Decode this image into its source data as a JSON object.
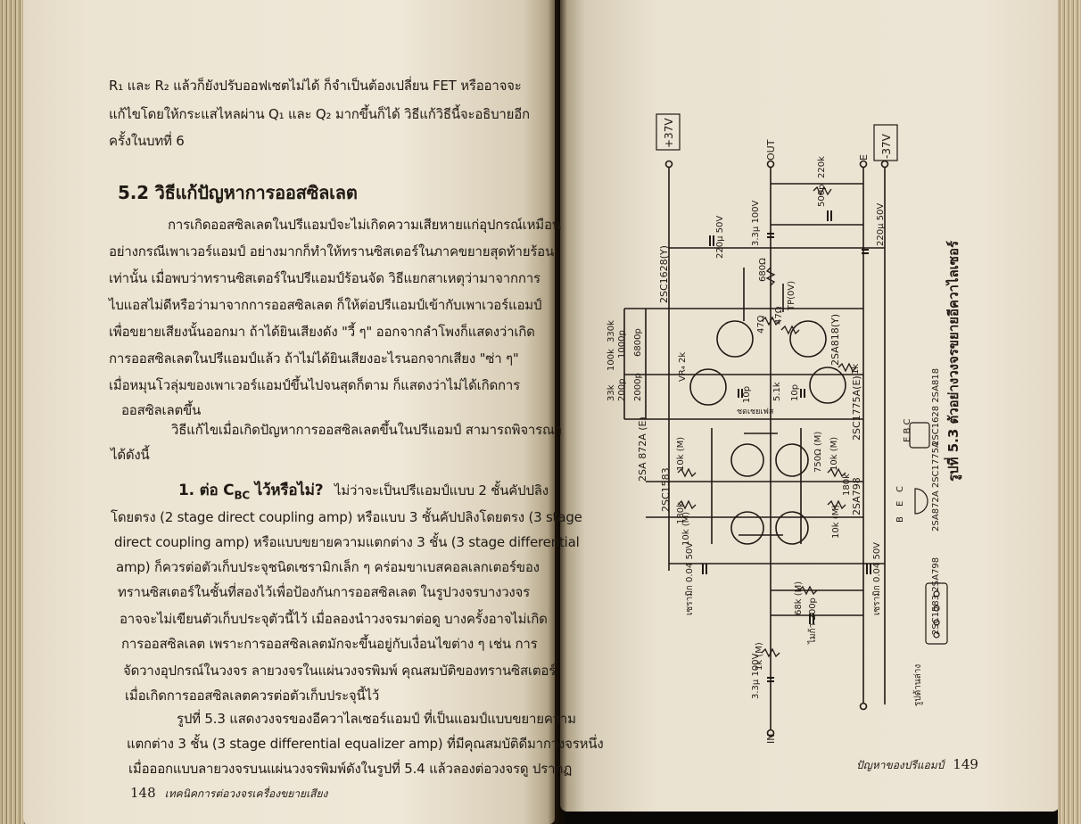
{
  "left_page": {
    "lines": [
      "R₁ และ R₂ แล้วก็ยังปรับออฟเซตไม่ได้   ก็จำเป็นต้องเปลี่ยน FET หรืออาจจะ",
      "แก้ไขโดยให้กระแสไหลผ่าน Q₁ และ Q₂ มากขึ้นก็ได้   วิธีแก้วิธีนี้จะอธิบายอีก",
      "ครั้งในบทที่ 6"
    ],
    "section_heading": "5.2  วิธีแก้ปัญหาการออสซิลเลต",
    "paragraph_1": [
      "การเกิดออสซิลเลตในปรีแอมป์จะไม่เกิดความเสียหายแก่อุปกรณ์เหมือน",
      "อย่างกรณีเพาเวอร์แอมป์  อย่างมากก็ทำให้ทรานซิสเตอร์ในภาคขยายสุดท้ายร้อน",
      "เท่านั้น  เมื่อพบว่าทรานซิสเตอร์ในปรีแอมป์ร้อนจัด  วิธีแยกสาเหตุว่ามาจากการ",
      "ไบแอสไม่ดีหรือว่ามาจากการออสซิลเลต   ก็ให้ต่อปรีแอมป์เข้ากับเพาเวอร์แอมป์",
      "เพื่อขยายเสียงนั้นออกมา  ถ้าได้ยินเสียงดัง \"วี้ ๆ\"  ออกจากลำโพงก็แสดงว่าเกิด",
      "การออสซิลเลตในปรีแอมป์แล้ว  ถ้าไม่ได้ยินเสียงอะไรนอกจากเสียง  \"ซ่า ๆ\"",
      "เมื่อหมุนโวลุ่มของเพาเวอร์แอมป์ขึ้นไปจนสุดก็ตาม     ก็แสดงว่าไม่ได้เกิดการ",
      "ออสซิลเลตขึ้น"
    ],
    "paragraph_2": [
      "วิธีแก้ไขเมื่อเกิดปัญหาการออสซิลเลตขึ้นในปรีแอมป์  สามารถพิจารณา",
      "ได้ดังนี้"
    ],
    "subheading": "1. ต่อ C",
    "subheading_sub": "BC",
    "subheading_rest": " ไว้หรือไม่?",
    "paragraph_3_first": "ไม่ว่าจะเป็นปรีแอมป์แบบ 2 ชั้นคัปปลิง",
    "paragraph_3": [
      "โดยตรง (2 stage direct coupling amp) หรือแบบ 3 ชั้นคัปปลิงโดยตรง (3 stage",
      "direct coupling amp) หรือแบบขยายความแตกต่าง 3 ชั้น (3 stage differential",
      "amp)  ก็ควรต่อตัวเก็บประจุชนิดเซรามิกเล็ก ๆ คร่อมขาเบสคอลเลกเตอร์ของ",
      "ทรานซิสเตอร์ในชั้นที่สองไว้เพื่อป้องกันการออสซิลเลต  ในรูปวงจรบางวงจร",
      "อาจจะไม่เขียนตัวเก็บประจุตัวนี้ไว้  เมื่อลองนำวงจรมาต่อดู  บางครั้งอาจไม่เกิด",
      "การออสซิลเลต  เพราะการออสซิลเลตมักจะขึ้นอยู่กับเงื่อนไขต่าง ๆ เช่น  การ",
      "จัดวางอุปกรณ์ในวงจร  ลายวงจรในแผ่นวงจรพิมพ์  คุณสมบัติของทรานซิสเตอร์",
      "เมื่อเกิดการออสซิลเลตควรต่อตัวเก็บประจุนี้ไว้"
    ],
    "paragraph_4": [
      "รูปที่ 5.3 แสดงวงจรของอีควาไลเซอร์แอมป์ ที่เป็นแอมป์แบบขยายความ",
      "แตกต่าง 3 ชั้น (3 stage differential equalizer amp) ที่มีคุณสมบัติดีมากวงจรหนึ่ง",
      "เมื่อออกแบบลายวงจรบนแผ่นวงจรพิมพ์ดังในรูปที่ 5.4  แล้วลองต่อวงจรดู  ปรากฏ"
    ],
    "page_number": "148",
    "running_title": "เทคนิคการต่อวงจรเครื่องขยายเสียง"
  },
  "right_page": {
    "figure_caption": "รูปที่ 5.3  ตัวอย่างวงจรขยายอีควาไลเซอร์",
    "labels": {
      "plus37": "+37V",
      "minus37": "-37V",
      "out": "OUT",
      "e": "E",
      "in": "IN",
      "r220k": "220k",
      "c500p": "500p",
      "c220u_50v": "220μ 50V",
      "c33u_100v": "3.3μ 100V",
      "c220u_50v_b": "220μ 50V",
      "r680": "680Ω",
      "tp": "TP(0V)",
      "r47a": "47Ω",
      "r47b": "47Ω",
      "q_2sc1628": "2SC1628(Y)",
      "q_2sa818": "2SA818(Y)",
      "q_2sc1775": "2SC1775A(E)",
      "q_2sa872": "2SA 872A (E)",
      "q_2sc1583": "2SC1583",
      "q_2sa798": "2SA798",
      "r1k_side": "1k",
      "r33k": "33k",
      "r100k": "100k",
      "r330k": "330k",
      "c200p": "200p",
      "c1000p": "1000p",
      "c6800p": "6800p",
      "c2000p": "2000p",
      "vr4": "VR₄ 2k",
      "c10p_a": "10p",
      "c10p_b": "10p",
      "r51k": "5.1k",
      "phase_note": "ชดเชยเฟส",
      "r10k_m_a": "10k (M)",
      "r10k_m_b": "10k (M)",
      "r750": "750Ω (M)",
      "r180k_a": "180k",
      "r180k_b": "180k",
      "r10k_m_c": "10k (M)",
      "r10k_m_d": "10k (M)",
      "ceramic_a": "เซรามิก 0.04 50V",
      "ceramic_b": "เซรามิก 0.04 50V",
      "r68k": "68k (M)",
      "mica": "ไมก้า 200p",
      "r1k_m": "1k (M)",
      "c33u_in": "3.3μ 100V",
      "pin_e": "E",
      "pin_b": "B",
      "pin_c": "C",
      "pin_ebc_1": "E B C",
      "pin_label_1": "2SC1628 2SA818",
      "pin_label_2": "2SA872A 2SC1775A",
      "pin_label_3": "2SC1583 2SA798",
      "bottom_view": "รูปด้านล่าง"
    },
    "page_number": "149",
    "running_title": "ปัญหาของปรีแอมป์"
  }
}
